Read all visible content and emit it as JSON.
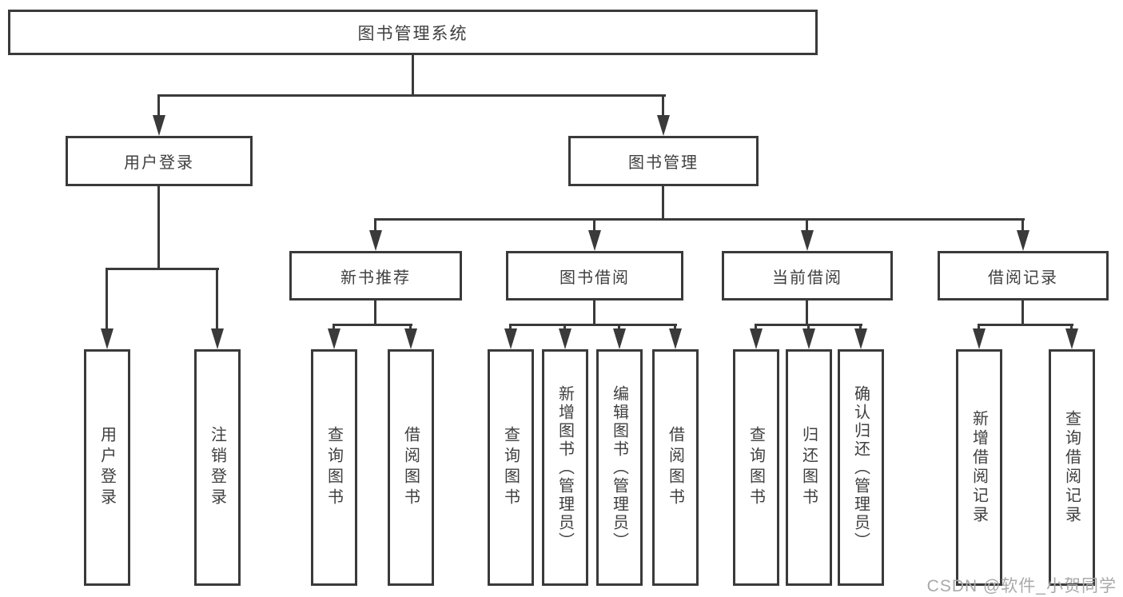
{
  "diagram": {
    "root": "图书管理系统",
    "level2": [
      "用户登录",
      "图书管理"
    ],
    "level3": [
      "新书推荐",
      "图书借阅",
      "当前借阅",
      "借阅记录"
    ],
    "leaves_login": [
      "用户登录",
      "注销登录"
    ],
    "leaves_newbook": [
      "查询图书",
      "借阅图书"
    ],
    "leaves_borrow": [
      "查询图书",
      "新增图书（管理员）",
      "编辑图书（管理员）",
      "借阅图书"
    ],
    "leaves_current": [
      "查询图书",
      "归还图书",
      "确认归还（管理员）"
    ],
    "leaves_records": [
      "新增借阅记录",
      "查询借阅记录"
    ]
  },
  "watermark": "CSDN @软件_小贺同学",
  "colors": {
    "line": "#3a3a3a",
    "text": "#3f3f3f",
    "watermark": "#a9a9a9",
    "background": "#ffffff"
  }
}
